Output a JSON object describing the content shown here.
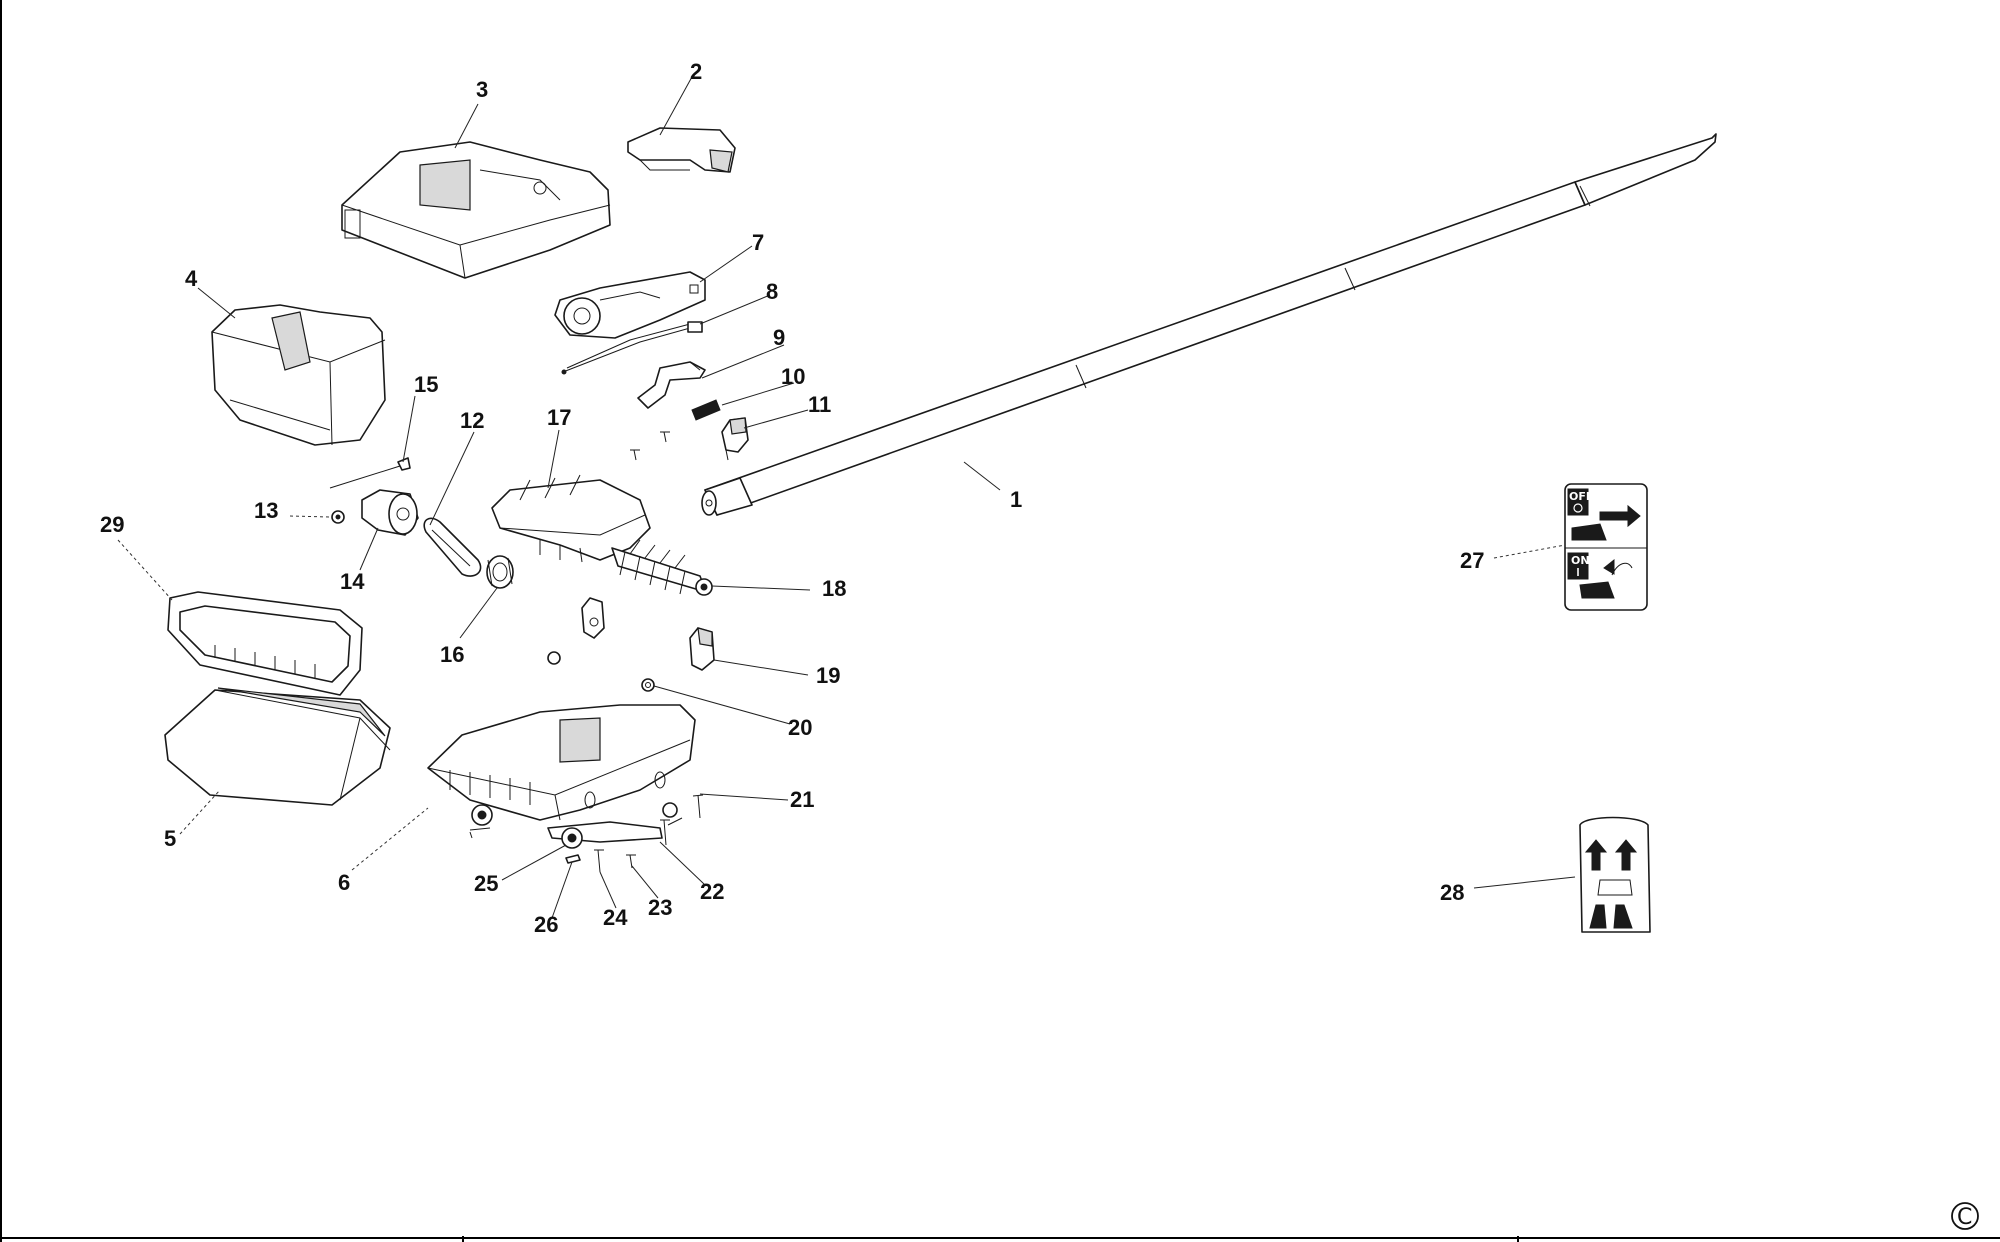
{
  "diagram": {
    "labels": {
      "p1": "1",
      "p2": "2",
      "p3": "3",
      "p4": "4",
      "p5": "5",
      "p6": "6",
      "p7": "7",
      "p8": "8",
      "p9": "9",
      "p10": "10",
      "p11": "11",
      "p12": "12",
      "p13": "13",
      "p14": "14",
      "p15": "15",
      "p16": "16",
      "p17": "17",
      "p18": "18",
      "p19": "19",
      "p20": "20",
      "p21": "21",
      "p22": "22",
      "p23": "23",
      "p24": "24",
      "p25": "25",
      "p26": "26",
      "p27": "27",
      "p28": "28",
      "p29": "29"
    },
    "decal_27": {
      "off_text": "OFF",
      "on_text": "ON"
    },
    "copyright_symbol": "C"
  }
}
